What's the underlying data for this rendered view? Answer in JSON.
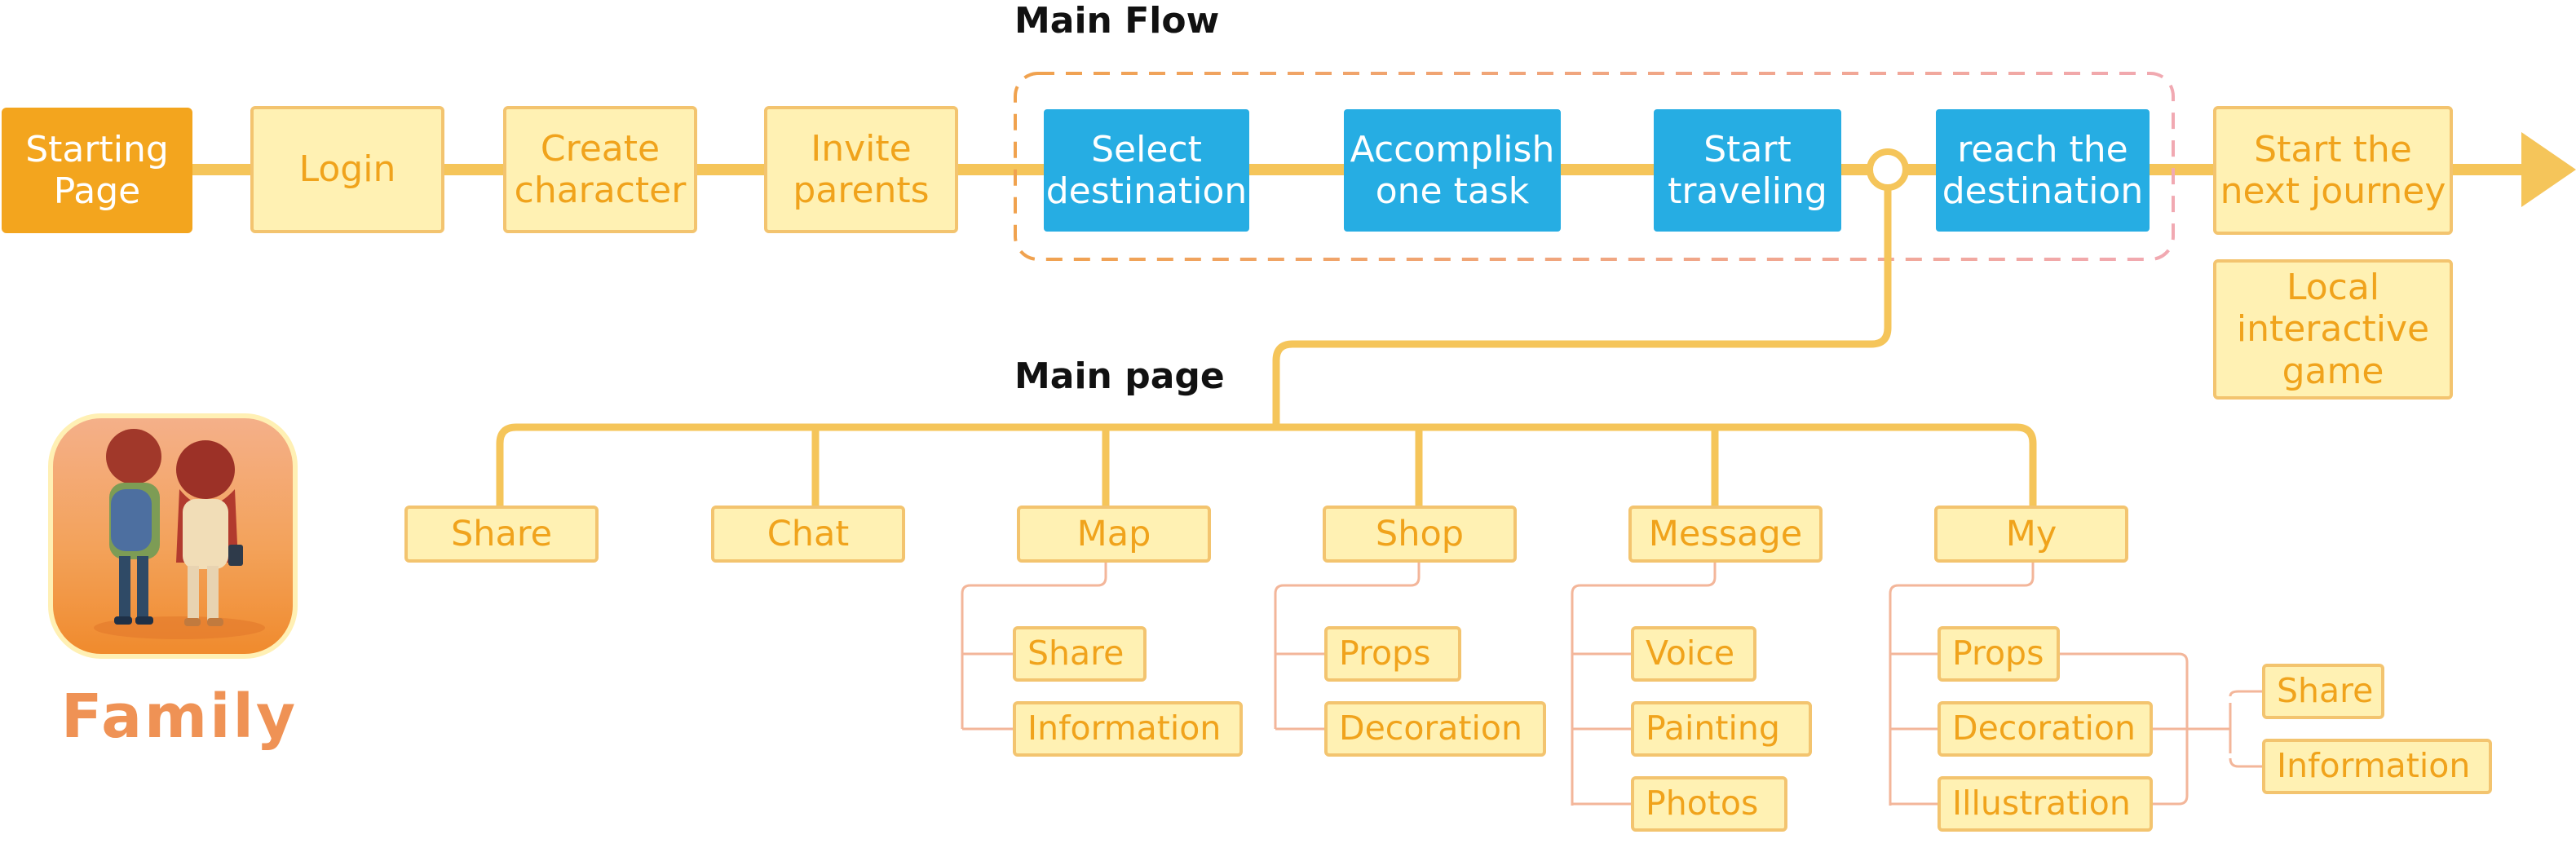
{
  "headings": {
    "main_flow": "Main Flow",
    "main_page": "Main page"
  },
  "flow": {
    "starting_page": "Starting\nPage",
    "login": "Login",
    "create_character": "Create\ncharacter",
    "invite_parents": "Invite\nparents",
    "select_destination": "Select\ndestination",
    "accomplish_task": "Accomplish\none task",
    "start_traveling": "Start\ntraveling",
    "reach_destination": "reach the\ndestination",
    "next_journey": "Start the\nnext journey",
    "local_game": "Local\ninteractive\ngame"
  },
  "main_page": {
    "share": "Share",
    "chat": "Chat",
    "map": "Map",
    "shop": "Shop",
    "message": "Message",
    "my": "My"
  },
  "map_items": [
    "Share",
    "Information"
  ],
  "shop_items": [
    "Props",
    "Decoration"
  ],
  "message_items": [
    "Voice",
    "Painting",
    "Photos"
  ],
  "my_items": [
    "Props",
    "Decoration",
    "Illustration"
  ],
  "my_extra_items": [
    "Share",
    "Information"
  ],
  "app": {
    "name": "Family",
    "icon": "app-icon-two-kids-walking"
  },
  "colors": {
    "line": "#f5c55a",
    "node_fill": "#fff1b3",
    "node_text": "#f0a31c",
    "start_fill": "#f3a51e",
    "blue_fill": "#26ade3",
    "dash_frame": "#f2a25a",
    "brand": "#ef9255"
  }
}
